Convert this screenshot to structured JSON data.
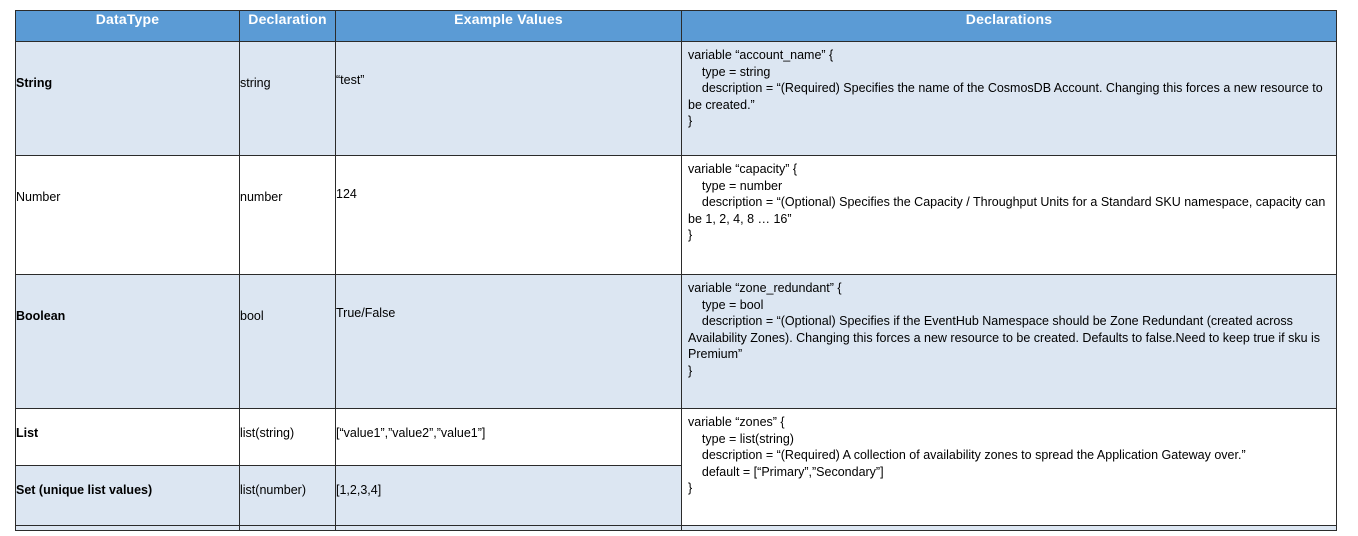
{
  "table": {
    "headers": [
      {
        "label": "DataType"
      },
      {
        "label": "Declaration"
      },
      {
        "label": "Example Values"
      },
      {
        "label": "Declarations"
      }
    ],
    "colors": {
      "header_background": "#5B9BD5",
      "header_text": "#FFFFFF",
      "row_tint": "#DCE6F2",
      "row_plain": "#FFFFFF",
      "border": "#2B2B2B"
    },
    "rows": [
      {
        "datatype": "String",
        "datatype_bold": true,
        "declaration": "string",
        "example": "“test”",
        "declarations": "variable “account_name” {\n    type = string\n    description = “(Required) Specifies the name of the CosmosDB Account. Changing this forces a new resource to be created.”\n}"
      },
      {
        "datatype": "Number",
        "datatype_bold": false,
        "declaration": "number",
        "example": "124",
        "declarations": "variable “capacity” {\n    type = number\n    description = “(Optional) Specifies the Capacity / Throughput Units for a Standard SKU namespace, capacity can be 1, 2, 4, 8 … 16”\n}"
      },
      {
        "datatype": "Boolean",
        "datatype_bold": true,
        "declaration": "bool",
        "example": "True/False",
        "declarations": "variable “zone_redundant” {\n    type = bool\n    description = “(Optional) Specifies if the EventHub Namespace should be Zone Redundant (created across Availability Zones). Changing this forces a new resource to be created. Defaults to false.Need to keep true if sku is Premium”\n}"
      },
      {
        "datatype": "List",
        "datatype_bold": true,
        "declaration": "list(string)",
        "example": "[“value1”,”value2”,”value1”]",
        "declarations": "variable “zones” {\n    type = list(string)\n    description = “(Required) A collection of availability zones to spread the Application Gateway over.”\n    default = [“Primary”,”Secondary”]\n}"
      },
      {
        "datatype": "Set (unique list values)",
        "datatype_bold": true,
        "declaration": "list(number)",
        "example": "[1,2,3,4]",
        "declarations": ""
      }
    ]
  }
}
